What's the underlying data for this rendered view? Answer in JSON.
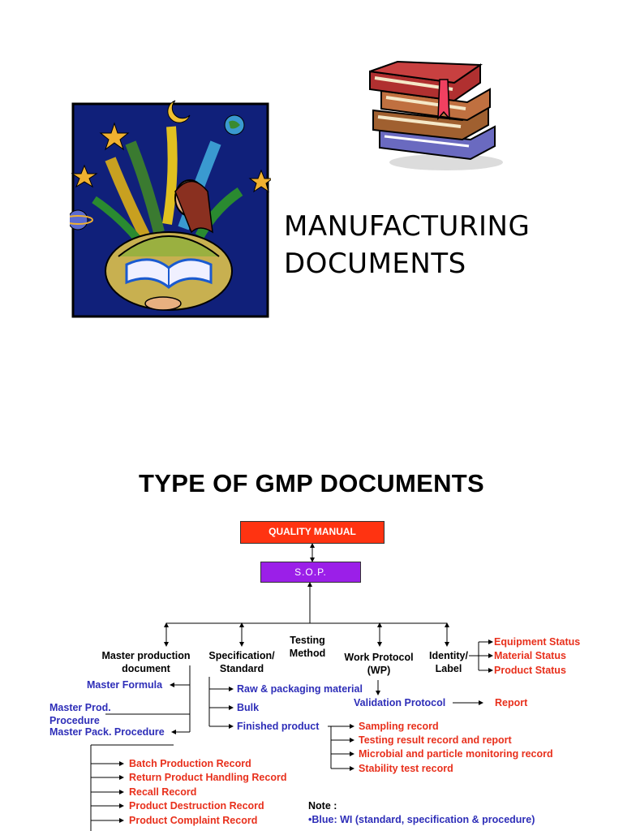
{
  "slide1": {
    "title_line1": "MANUFACTURING",
    "title_line2": "DOCUMENTS"
  },
  "slide2": {
    "title": "TYPE OF GMP DOCUMENTS",
    "quality_manual": "QUALITY MANUAL",
    "sop": "S.O.P.",
    "branches": {
      "master_production_1": "Master production",
      "master_production_2": "document",
      "specification_1": "Specification/",
      "specification_2": "Standard",
      "testing_1": "Testing",
      "testing_2": "Method",
      "work_protocol_1": "Work Protocol",
      "work_protocol_2": "(WP)",
      "identity_1": "Identity/",
      "identity_2": "Label"
    },
    "identity_items": [
      "Equipment Status",
      "Material Status",
      "Product Status"
    ],
    "master_items": {
      "formula": "Master Formula",
      "prod_procedure_1": "Master Prod.",
      "prod_procedure_2": "Procedure",
      "pack_procedure": "Master Pack. Procedure"
    },
    "spec_items": [
      "Raw & packaging material",
      "Bulk",
      "Finished product"
    ],
    "validation_protocol": "Validation Protocol",
    "report": "Report",
    "finished_product_records": [
      "Sampling record",
      "Testing result record and report",
      "Microbial and particle monitoring record",
      "Stability test record"
    ],
    "batch_records": [
      "Batch Production Record",
      "Return Product Handling Record",
      "Recall Record",
      "Product Destruction Record",
      "Product Complaint Record"
    ],
    "note_label": "Note :",
    "note_line1": "•Blue: WI (standard, specification & procedure)"
  },
  "colors": {
    "quality_manual_box": "#ff3311",
    "sop_box": "#9b1fe8",
    "blue_text": "#2e2eb8",
    "red_text": "#e8301c"
  }
}
